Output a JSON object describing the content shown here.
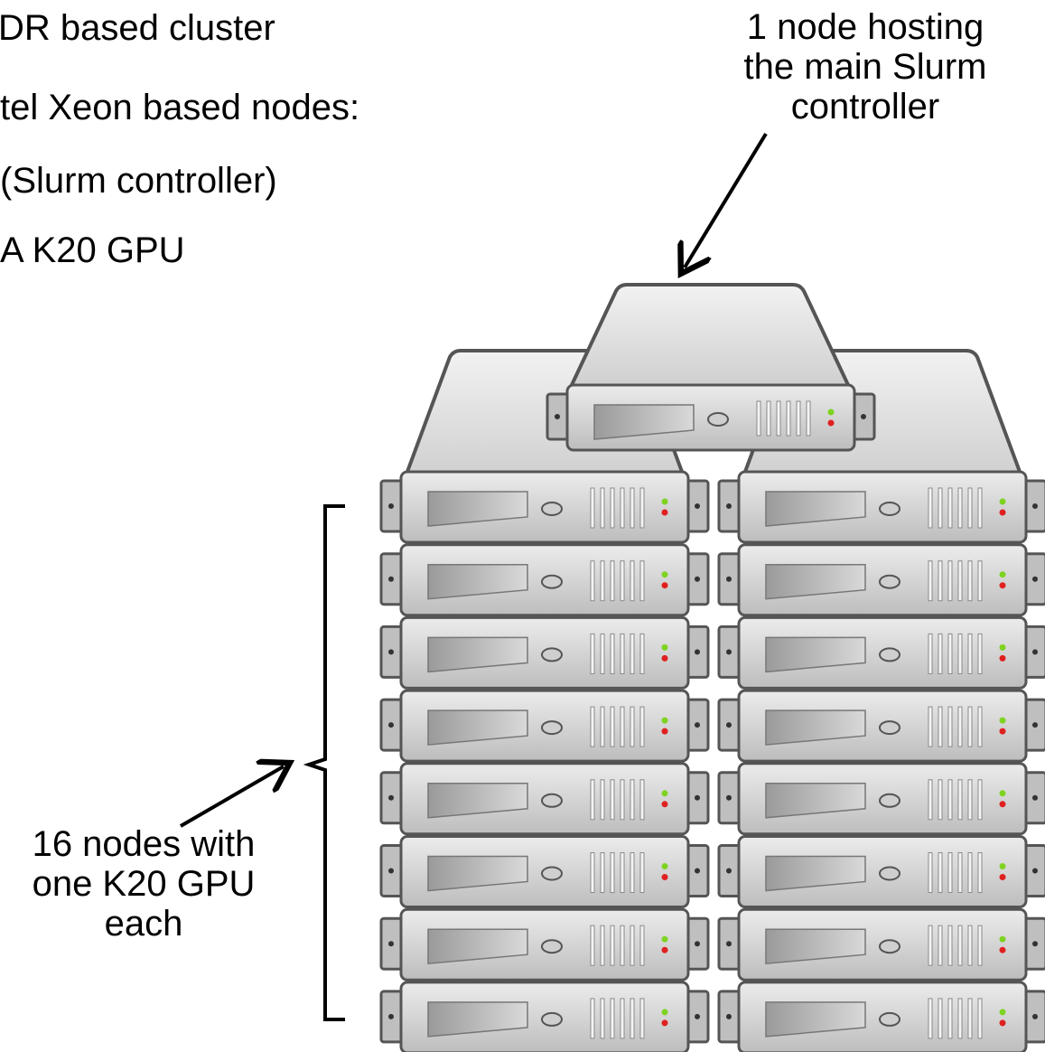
{
  "text_lines": [
    "DR based cluster",
    "tel Xeon based nodes:",
    "(Slurm controller)",
    "A K20 GPU"
  ],
  "annotations": {
    "top_node": "1 node hosting\nthe main Slurm\ncontroller",
    "gpu_nodes": "16 nodes with\none K20 GPU\neach"
  },
  "cluster": {
    "controller_nodes": 1,
    "gpu_nodes": 16,
    "stacks": 2,
    "nodes_per_stack": 8
  },
  "colors": {
    "server_body": "#d6d6d6",
    "server_top": "#e8e8e8",
    "outline": "#555555",
    "led_green": "#7ed321",
    "led_red": "#e02020"
  }
}
